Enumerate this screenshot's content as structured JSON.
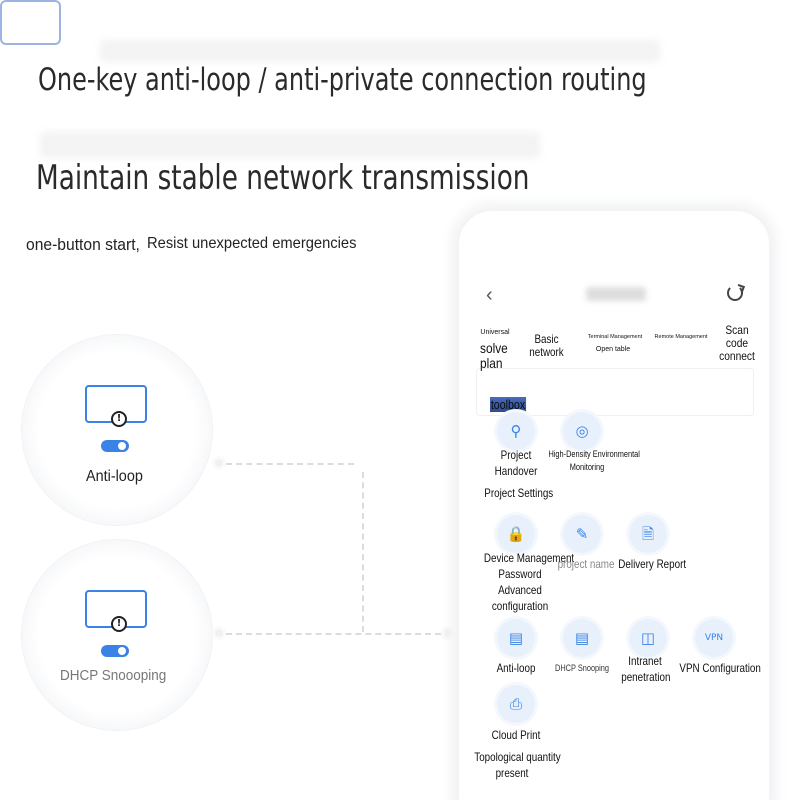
{
  "headlines": {
    "line1": "One-key anti-loop / anti-private connection routing",
    "line2": "Maintain stable network transmission"
  },
  "subtitles": {
    "left": "one-button start,",
    "right": "Resist unexpected emergencies"
  },
  "features": [
    {
      "label": "Anti-loop",
      "icon": "monitor-warning-toggle-icon"
    },
    {
      "label": "DHCP  Snoooping",
      "icon": "monitor-warning-toggle-icon"
    }
  ],
  "phone": {
    "tabs": {
      "universal": "Universal",
      "solve": "solve",
      "plan": "plan",
      "basic": "Basic network",
      "terminal": "Terminal Management",
      "open_table": "Open table",
      "remote": "Remote Management",
      "scan": "Scan code",
      "connect": "connect"
    },
    "toolbox_title": "toolbox",
    "tools": {
      "project_handover_1": "Project",
      "project_handover_2": "Handover",
      "hd_env_1": "High-Density Environmental",
      "hd_env_2": "Monitoring",
      "project_settings": "Project Settings",
      "device_mgmt": "Device Management",
      "password": "Password",
      "advanced": "Advanced",
      "configuration": "configuration",
      "project_name": "project name",
      "delivery_report": "Delivery Report",
      "anti_loop": "Anti-loop",
      "dhcp_snooping": "DHCP Snooping",
      "intranet_1": "Intranet",
      "intranet_2": "penetration",
      "vpn": "VPN Configuration",
      "cloud_print": "Cloud Print",
      "topo_1": "Topological quantity",
      "topo_2": "present"
    }
  },
  "colors": {
    "accent": "#3b82e6",
    "icon_bg": "#e8f1fb",
    "text": "#222222"
  }
}
